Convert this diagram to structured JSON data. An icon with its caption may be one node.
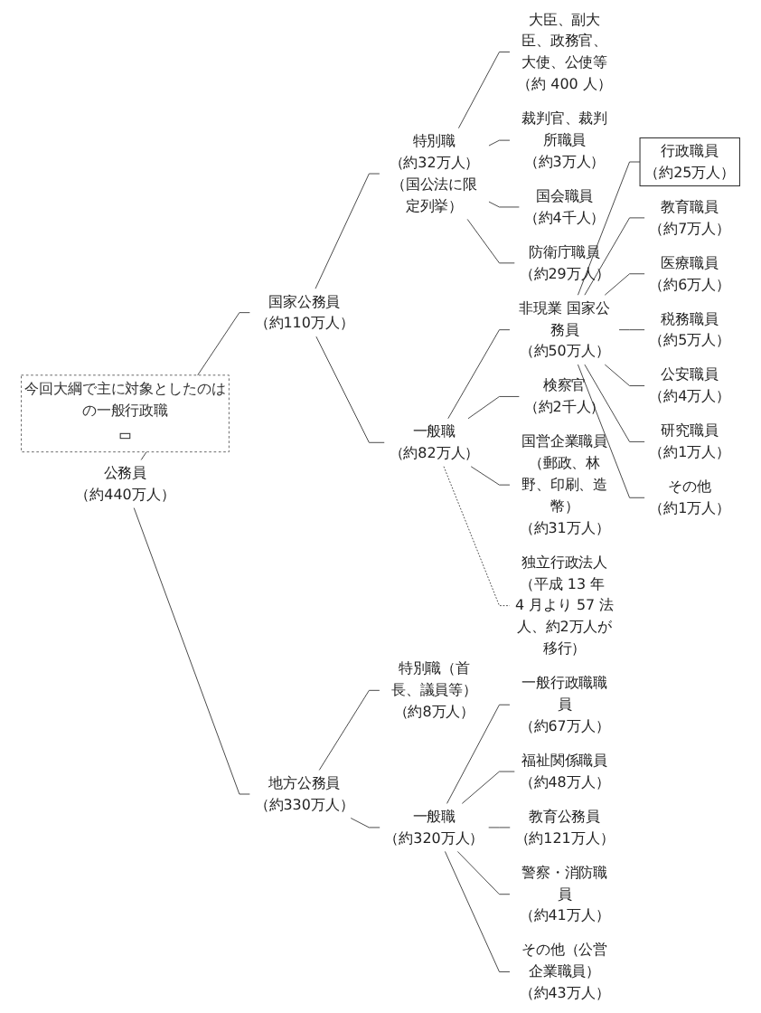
{
  "diagram": {
    "nodes": [
      {
        "text": [
          "今回大綱で主に対象としたのは",
          "の一般行政職"
        ]
      },
      {
        "text": [],
        "shape": "box",
        "in": 0
      },
      {
        "text": [
          "公務員",
          "（約440万人）"
        ]
      },
      {
        "text": [
          "国家公務員",
          "（約110万人）"
        ]
      },
      {
        "text": [
          "特別職",
          "（約32万人）",
          "（国公法に限定列挙）"
        ]
      },
      {
        "text": [
          "大臣、副大臣、政務官、大使、公使等",
          "（約 400 人）"
        ]
      },
      {
        "text": [
          "裁判官、裁判所職員",
          "（約3万人）"
        ]
      },
      {
        "text": [
          "国会職員",
          "（約4千人）"
        ]
      },
      {
        "text": [
          "防衛庁職員",
          "（約29万人）"
        ]
      },
      {
        "text": [
          "一般職",
          "（約82万人）"
        ]
      },
      {
        "text": [
          "非現業 国家公務員",
          "（約50万人）"
        ]
      },
      {
        "text": [
          "行政職員",
          "（約25万人）"
        ]
      },
      {
        "text": [
          "教育職員",
          "（約7万人）"
        ]
      },
      {
        "text": [
          "医療職員",
          "（約6万人）"
        ]
      },
      {
        "text": [
          "税務職員",
          "（約5万人）"
        ]
      },
      {
        "text": [
          "公安職員",
          "（約4万人）"
        ]
      },
      {
        "text": [
          "研究職員",
          "（約1万人）"
        ]
      },
      {
        "text": [
          "その他",
          "（約1万人）"
        ]
      },
      {
        "text": [
          "検察官",
          "（約2千人）"
        ]
      },
      {
        "text": [
          "国営企業職員（郵政、林野、印刷、造幣）",
          "（約31万人）"
        ]
      },
      {
        "text": [
          "独立行政法人（平成 13 年 4 月より 57 法人、約2万人が移行）"
        ]
      },
      {
        "text": [
          "地方公務員",
          "（約330万人）"
        ]
      },
      {
        "text": [
          "特別職（首長、議員等）",
          "（約8万人）"
        ]
      },
      {
        "text": [
          "一般職",
          "（約320万人）"
        ]
      },
      {
        "text": [
          "一般行政職職員",
          "（約67万人）"
        ]
      },
      {
        "text": [
          "福祉関係職員",
          "（約48万人）"
        ]
      },
      {
        "text": [
          "教育公務員",
          "（約121万人）"
        ]
      },
      {
        "text": [
          "警察・消防職員",
          "（約41万人）"
        ]
      },
      {
        "text": [
          "その他（公営企業職員）",
          "（約43万人）"
        ]
      }
    ],
    "edges": [
      {
        "from": 2,
        "to": 3,
        "arrow": "none"
      },
      {
        "from": 2,
        "to": 21,
        "arrow": "none"
      },
      {
        "from": 3,
        "to": 4,
        "arrow": "none"
      },
      {
        "from": 3,
        "to": 9,
        "arrow": "none"
      },
      {
        "from": 4,
        "to": 5,
        "arrow": "none"
      },
      {
        "from": 4,
        "to": 6,
        "arrow": "none"
      },
      {
        "from": 4,
        "to": 7,
        "arrow": "none"
      },
      {
        "from": 4,
        "to": 8,
        "arrow": "none"
      },
      {
        "from": 9,
        "to": 10,
        "arrow": "none"
      },
      {
        "from": 10,
        "to": 11,
        "arrow": "none"
      },
      {
        "from": 10,
        "to": 12,
        "arrow": "none"
      },
      {
        "from": 10,
        "to": 13,
        "arrow": "none"
      },
      {
        "from": 10,
        "to": 14,
        "arrow": "none"
      },
      {
        "from": 10,
        "to": 15,
        "arrow": "none"
      },
      {
        "from": 10,
        "to": 16,
        "arrow": "none"
      },
      {
        "from": 10,
        "to": 17,
        "arrow": "none"
      },
      {
        "from": 9,
        "to": 18,
        "arrow": "none"
      },
      {
        "from": 9,
        "to": 19,
        "arrow": "none"
      },
      {
        "from": 9,
        "to": 20,
        "arrow": "none",
        "style": "dashed"
      },
      {
        "from": 21,
        "to": 22,
        "arrow": "none"
      },
      {
        "from": 21,
        "to": 23,
        "arrow": "none"
      },
      {
        "from": 23,
        "to": 24,
        "arrow": "none"
      },
      {
        "from": 23,
        "to": 25,
        "arrow": "none"
      },
      {
        "from": 23,
        "to": 26,
        "arrow": "none"
      },
      {
        "from": 23,
        "to": 27,
        "arrow": "none"
      },
      {
        "from": 23,
        "to": 28,
        "arrow": "none"
      }
    ]
  }
}
